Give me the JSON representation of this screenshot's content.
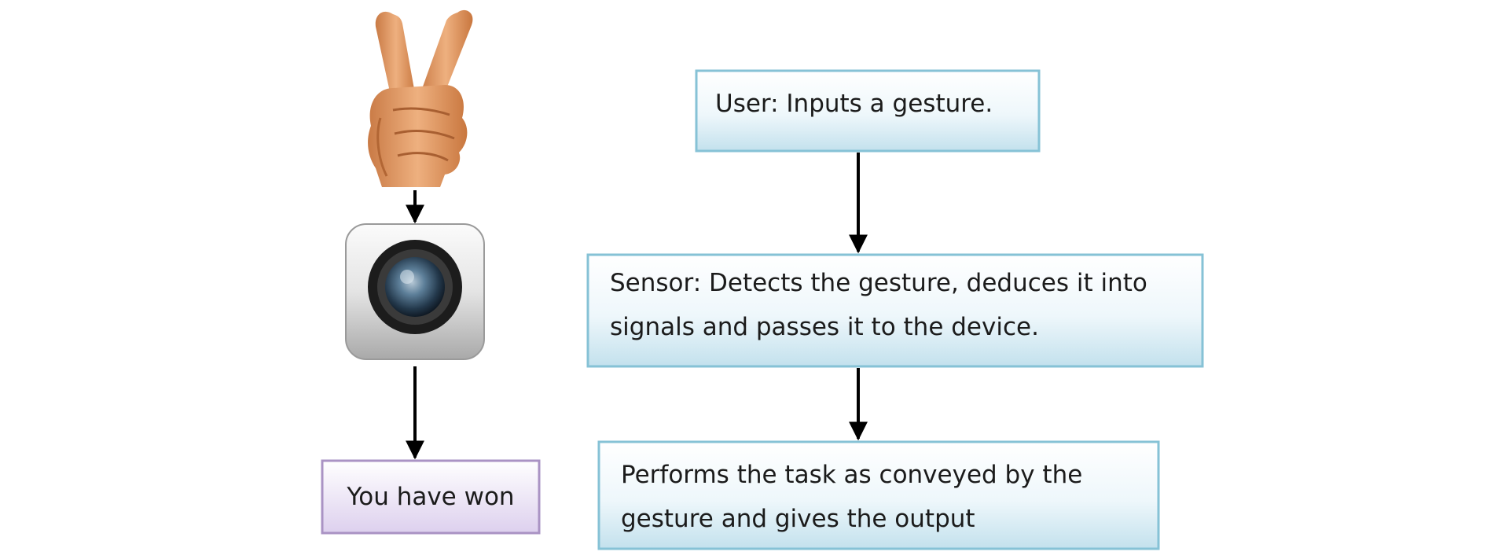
{
  "left_flow": {
    "icons": [
      "victory-hand-icon",
      "camera-icon"
    ],
    "result_label": "You have won",
    "result_fill": "#e6dcf2",
    "result_border": "#b09ac6"
  },
  "right_flow": {
    "steps": [
      {
        "label": "User: Inputs a gesture."
      },
      {
        "label": "Sensor: Detects the gesture, deduces it into signals and passes it to the device."
      },
      {
        "label": "Performs the task as conveyed by the gesture and gives the output"
      }
    ],
    "box_fill_top": "#ffffff",
    "box_fill_bottom": "#c5e3ee",
    "box_border": "#7fbdd2"
  },
  "colors": {
    "arrow": "#000000",
    "skin": "#e8a06a",
    "camera_body": "#dcdcdc",
    "camera_lens": "#3f5f7a"
  }
}
